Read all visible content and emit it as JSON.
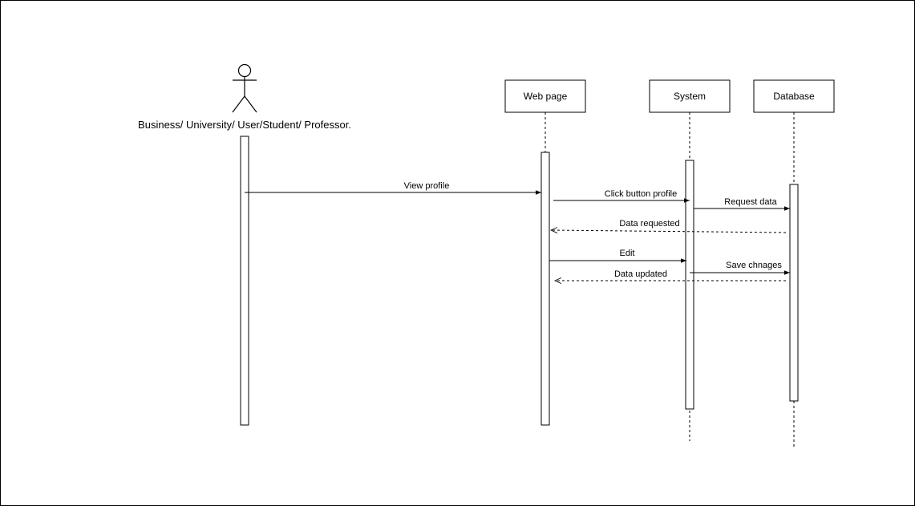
{
  "actor": {
    "label": "Business/ University/ User/Student/ Professor."
  },
  "participants": [
    {
      "id": "webpage",
      "label": "Web page"
    },
    {
      "id": "system",
      "label": "System"
    },
    {
      "id": "database",
      "label": "Database"
    }
  ],
  "messages": [
    {
      "label": "View profile",
      "from": "actor",
      "to": "webpage",
      "style": "solid"
    },
    {
      "label": "Click button profile",
      "from": "webpage",
      "to": "system",
      "style": "solid"
    },
    {
      "label": "Request data",
      "from": "system",
      "to": "database",
      "style": "solid"
    },
    {
      "label": "Data requested",
      "from": "database",
      "to": "webpage",
      "style": "dashed-return"
    },
    {
      "label": "Edit",
      "from": "webpage",
      "to": "system",
      "style": "solid"
    },
    {
      "label": "Save chnages",
      "from": "system",
      "to": "database",
      "style": "solid"
    },
    {
      "label": "Data updated",
      "from": "database",
      "to": "webpage",
      "style": "dashed-return"
    }
  ]
}
